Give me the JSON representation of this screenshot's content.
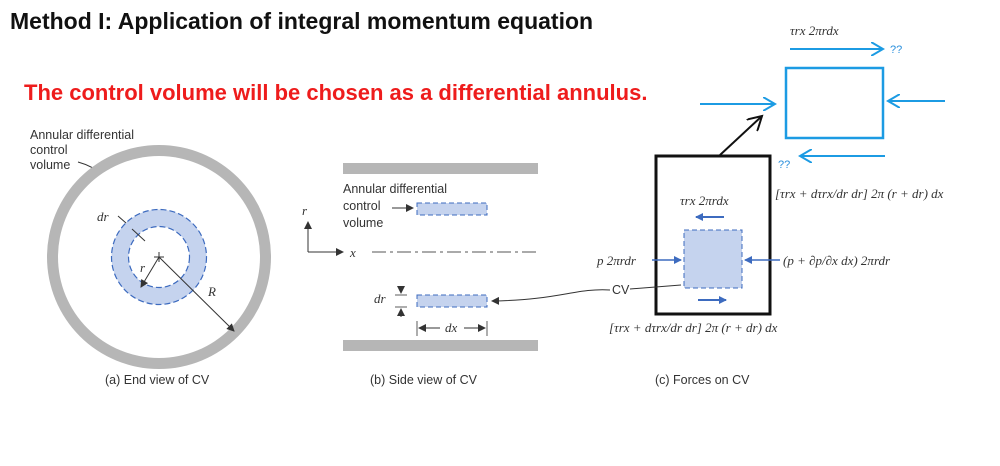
{
  "title": "Method I: Application of integral momentum equation",
  "subtitle": "The control volume will be chosen as a differential annulus.",
  "end_view": {
    "label_line1": "Annular differential",
    "label_line2": "control",
    "label_line3": "volume",
    "dr": "dr",
    "r": "r",
    "R": "R",
    "caption": "(a) End view of CV"
  },
  "side_view": {
    "label_line1": "Annular differential",
    "label_line2": "control",
    "label_line3": "volume",
    "r_axis": "r",
    "x_axis": "x",
    "dr": "dr",
    "dx": "dx",
    "caption": "(b) Side view of CV"
  },
  "forces": {
    "top_shear": "τrx 2πrdx",
    "left_pressure": "p 2πrdr",
    "cv_label": "CV",
    "right_pressure": "(p + ∂p/∂x dx) 2πrdr",
    "bottom_shear": "[τrx + dτrx/dr dr] 2π (r + dr) dx",
    "right_shear": "[τrx + dτrx/dr dr] 2π (r + dr) dx",
    "caption": "(c) Forces on CV"
  },
  "sketch": {
    "top_label": "τrx 2πrdx",
    "unknown_top": "??",
    "unknown_bottom": "??"
  },
  "colors": {
    "cv_fill": "#c5d3ee",
    "cv_stroke": "#3d6bbf",
    "wall": "#b6b6b6",
    "sketch_blue": "#1c9be3",
    "title_red": "#ee1c1c"
  }
}
